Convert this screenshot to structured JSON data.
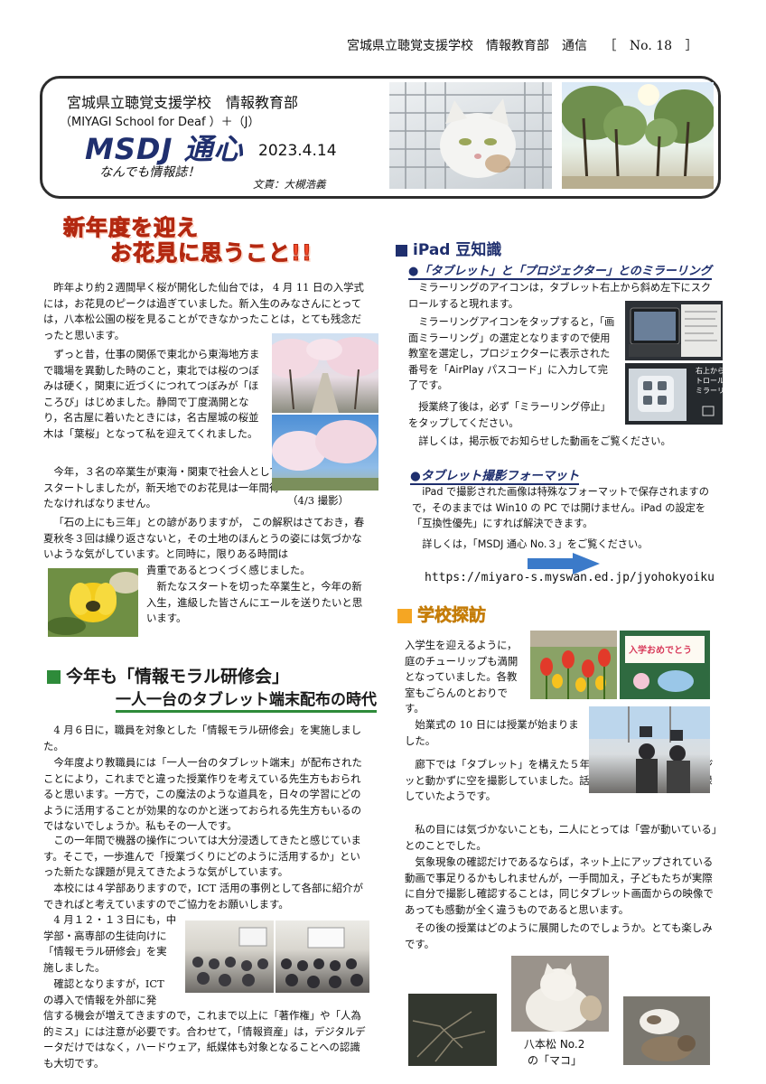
{
  "top_header": {
    "school_line": "宮城県立聴覚支援学校　情報教育部　通信",
    "issue_open": "［",
    "issue": "No. 18",
    "issue_close": "］"
  },
  "masthead": {
    "school": "宮城県立聴覚支援学校　情報教育部",
    "english": "（MIYAGI  School  for  Deaf ）＋（J）",
    "title": "MSDJ 通心",
    "date": "2023.4.14",
    "tagline": "なんでも情報誌！",
    "editor": "文責：大槻浩義"
  },
  "article1": {
    "title_line1": "新年度を迎え",
    "title_line2": "お花見に思うこと!!",
    "para1": "昨年より約２週間早く桜が開化した仙台では， 4 月 11 日の入学式には，お花見のピークは過ぎていました。新入生のみなさんにとっては，八本松公園の桜を見ることができなかったことは，とても残念だったと思います。",
    "para2": "ずっと昔，仕事の関係で東北から東海地方まで職場を異動した時のこと，東北では桜のつぼみは硬く，関東に近づくにつれてつぼみが「ほころび」はじめました。静岡で丁度満開となり，名古屋に着いたときには，名古屋城の桜並木は「葉桜」となって私を迎えてくれました。",
    "para3": "今年，３名の卒業生が東海・関東で社会人としてスタートしましたが，新天地でのお花見は一年間待たなければなりません。",
    "photo_caption": "（4/3 撮影）",
    "para4": "「石の上にも三年」との諺がありますが， この解釈はさておき，春夏秋冬３回は繰り返さないと，その土地のほんとうの姿には気づかないような気がしています。と同時に，限りある時間は",
    "para5": "貴重であるとつくづく感じました。",
    "para6": "新たなスタートを切った卒業生と，今年の新入生，進級した皆さんにエールを送りたいと思います。"
  },
  "article2": {
    "title_line1": "今年も「情報モラル研修会」",
    "title_line2": "一人一台のタブレット端末配布の時代",
    "para1": "4 月６日に，職員を対象とした「情報モラル研修会」を実施しました。",
    "para2": "今年度より教職員には「一人一台のタブレット端末」が配布されたことにより，これまでと違った授業作りを考えている先生方もおられると思います。一方で，この魔法のような道具を，日々の学習にどのように活用することが効果的なのかと迷っておられる先生方もいるのではないでしょうか。私もその一人です。",
    "para3": "この一年間で機器の操作については大分浸透してきたと感じています。そこで，一歩進んで「授業づくりにどのように活用するか」といった新たな課題が見えてきたような気がしています。",
    "para4": "本校には４学部ありますので，ICT 活用の事例として各部に紹介ができればと考えていますのでご協力をお願いします。",
    "para5": "4 月１２・１３日にも，中学部・高専部の生徒向けに「情報モラル研修会」を実施しました。",
    "para6": "確認となりますが，ICT の導入で情報を外部に発",
    "para7": "信する機会が増えてきますので，これまで以上に「著作権」や「人為的ミス」には注意が必要です。合わせて，「情報資産」は，デジタルデータだけではなく，ハードウェア，紙媒体も対象となることへの認識も大切です。"
  },
  "ipad": {
    "section_title": "iPad 豆知識",
    "sub1_title": "●「タブレット」と「プロジェクター」とのミラーリング",
    "sub1_p1": "ミラーリングのアイコンは，タブレット右上から斜め左下にスクロールすると現れます。",
    "sub1_p2": "ミラーリングアイコンをタップすると，「画面ミラーリング」の選定となりますので使用教室を選定し，プロジェクターに表示された番号を「AirPlay パスコード」に入力して完了です。",
    "sub1_p3": "授業終了後は，必ず「ミラーリング停止」をタップしてください。",
    "sub1_p4": "詳しくは，掲示板でお知らせした動画をご覧ください。",
    "photo_small_text": "右上から\nトロール\nミラーリ",
    "sub2_title": "●タブレット撮影フォーマット",
    "sub2_p1": "iPad で撮影された画像は特殊なフォーマットで保存されますので，そのままでは Win10 の PC では開けません。iPad の設定を「互換性優先」にすれば解決できます。",
    "sub2_p2": "詳しくは，「MSDJ 通心 No.３」をご覧ください。",
    "url": "https://miyaro-s.myswan.ed.jp/jyohokyoiku"
  },
  "school_visit": {
    "section_title": "学校探訪",
    "p1": "入学生を迎えるように，庭のチューリップも満開となっていました。各教室もごらんのとおりです。",
    "p2": "始業式の 10 日には授業が始まりました。",
    "p3": "廊下では「タブレット」を構えた５年生の二人が息をこらしてジッと動かずに空を撮影していました。話によると，雲の動きを記録していたようです。",
    "p4": "私の目には気づかないことも，二人にとっては「雲が動いている」とのことでした。",
    "p5": "気象現象の確認だけであるならば，ネット上にアップされている動画で事足りるかもしれませんが，一手間加え，子どもたちが実際に自分で撮影し確認することは，同じタブレット画面からの映像であっても感動が全く違うものであると思います。",
    "p6": "その後の授業はどのように展開したのでしょうか。とても楽しみです。",
    "board_text": "入学おめでとう",
    "cat_caption_line1": "八本松 No.2",
    "cat_caption_line2": "の「マコ」"
  },
  "colors": {
    "accent_green": "#2e8b3a",
    "accent_navy": "#1f2f6e",
    "accent_orange": "#f5a623",
    "pop_red": "#f24a2a"
  }
}
